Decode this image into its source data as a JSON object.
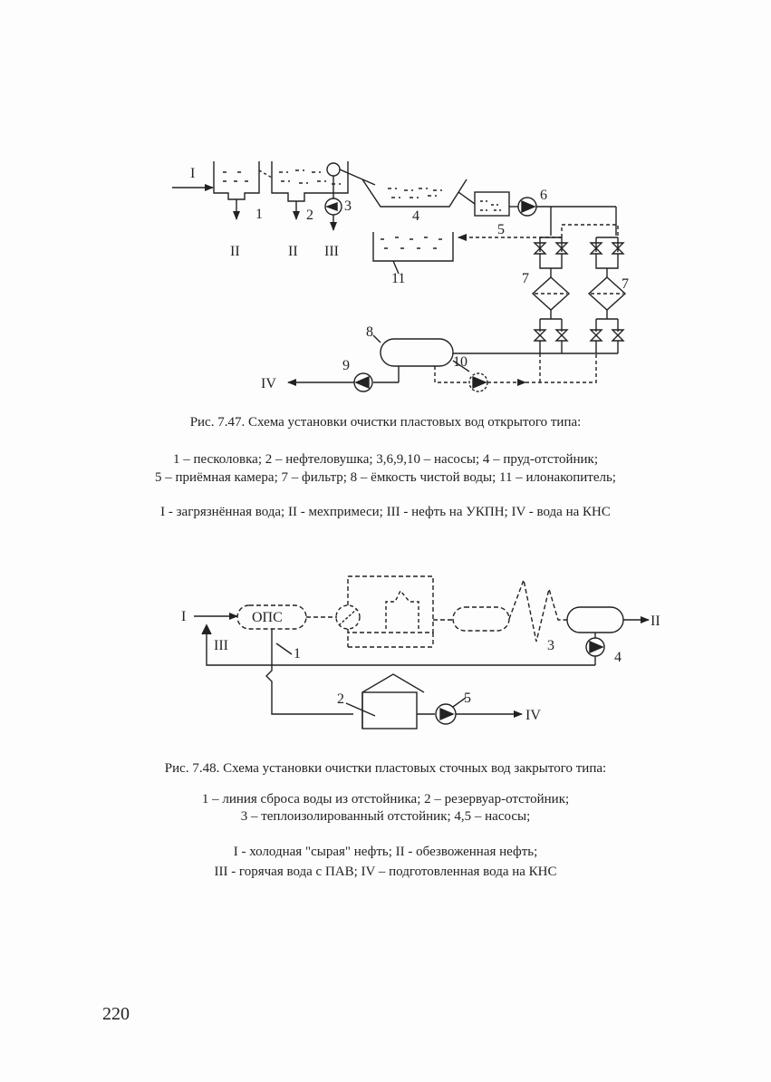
{
  "figure1": {
    "labels": {
      "in_I": "I",
      "n1": "1",
      "n2": "2",
      "n3": "3",
      "n4": "4",
      "n5": "5",
      "n6": "6",
      "n7a": "7",
      "n7b": "7",
      "n8": "8",
      "n9": "9",
      "n10": "10",
      "n11": "11",
      "out_II_a": "II",
      "out_II_b": "II",
      "out_III": "III",
      "out_IV": "IV"
    },
    "caption": "Рис. 7.47. Схема установки очистки пластовых вод открытого типа:",
    "legend_line1": "1 – песколовка; 2 – нефтеловушка; 3,6,9,10 – насосы; 4 – пруд-отстойник;",
    "legend_line2": "5 – приёмная камера; 7 – фильтр; 8 – ёмкость чистой воды; 11 – илонакопитель;",
    "streams": "I - загрязнённая вода; II - мехпримеси; III - нефть на УКПН; IV - вода на КНС"
  },
  "figure2": {
    "labels": {
      "in_I": "I",
      "ops": "ОПС",
      "in_III": "III",
      "out_II": "II",
      "out_IV": "IV",
      "n1": "1",
      "n2": "2",
      "n3": "3",
      "n4": "4",
      "n5": "5"
    },
    "caption": "Рис. 7.48. Схема установки очистки пластовых сточных вод закрытого типа:",
    "legend_line1": "1 – линия сброса воды из отстойника; 2 – резервуар-отстойник;",
    "legend_line2": "3 – теплоизолированный отстойник; 4,5 – насосы;",
    "streams_line1": "I - холодная \"сырая\" нефть; II - обезвоженная нефть;",
    "streams_line2": "III - горячая вода с ПАВ; IV – подготовленная вода на КНС"
  },
  "page_number": "220"
}
